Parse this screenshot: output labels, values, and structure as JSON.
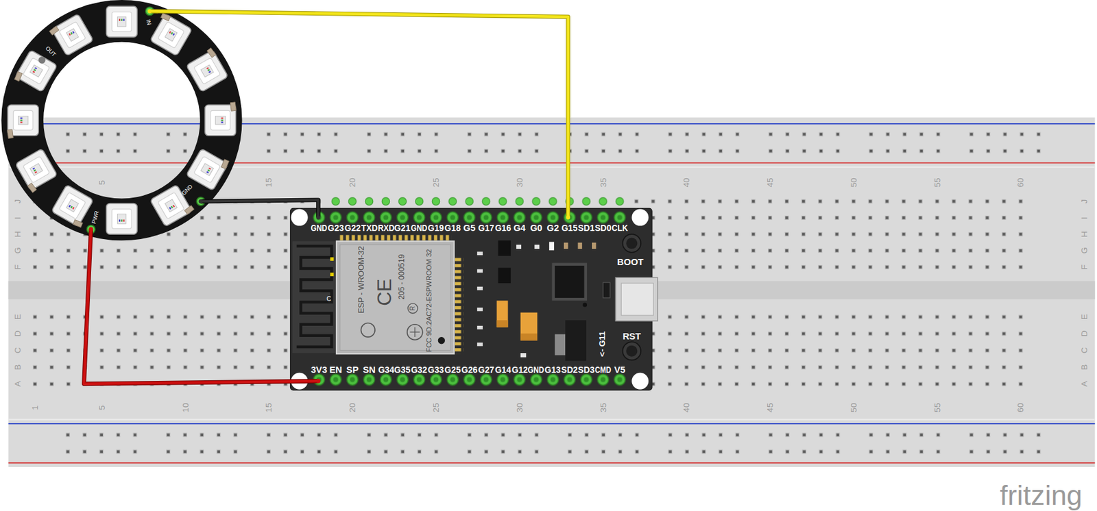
{
  "diagram": {
    "labels": [
      "5",
      "15",
      "20",
      "25",
      "30",
      "35",
      "40",
      "45",
      "50",
      "55",
      "60",
      "1",
      "5",
      "10",
      "15",
      "20",
      "25",
      "30",
      "35",
      "40",
      "45",
      "50",
      "55",
      "60",
      "J",
      "I",
      "H",
      "G",
      "F",
      "E",
      "D",
      "C",
      "B",
      "A",
      "J",
      "I",
      "H",
      "G",
      "F",
      "E",
      "D",
      "C",
      "B",
      "A",
      "GND",
      "G23",
      "G22",
      "TXD",
      "RXD",
      "G21",
      "GND",
      "G19",
      "G18",
      "G5",
      "G17",
      "G16",
      "G4",
      "G0",
      "G2",
      "G15",
      "SD1",
      "SD0",
      "CLK",
      "3V3",
      "EN",
      "SP",
      "SN",
      "G34",
      "G35",
      "G32",
      "G33",
      "G25",
      "G26",
      "G27",
      "G14",
      "G12",
      "GND",
      "G13",
      "SD2",
      "SD3",
      "CMD",
      "V5",
      "BOOT",
      "RST",
      "<- G11",
      "ESP - WROOM-32",
      "CE",
      "205 - 000519",
      "R",
      "FCC 9D.2AC72-ESPWROOM 32",
      "C",
      "IN",
      "OUT",
      "GND",
      "PWR",
      "fritzing"
    ]
  }
}
